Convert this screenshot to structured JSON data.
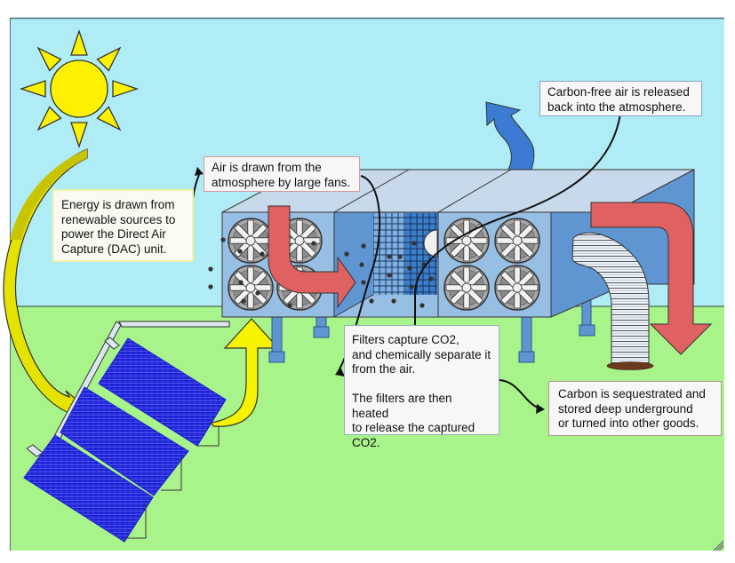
{
  "diagram": {
    "title": "Direct Air Capture (DAC) process",
    "colors": {
      "sky": "#b0ecf6",
      "ground": "#a8f38a",
      "unit_front": "#97bfe3",
      "unit_top": "#c7d9ea",
      "unit_side": "#5f95d0",
      "filter_grid": "#2f6db5",
      "red_arrow": "#e06161",
      "blue_arrow": "#3b7bd4",
      "yellow_arrow": "#f6f200",
      "olive_arrow": "#c8c400",
      "sun": "#fbf100",
      "solar_panel": "#1a1ed0",
      "soil": "#6b3a1e"
    },
    "icons": [
      "sun-icon",
      "solar-panel-icon",
      "fan-icon",
      "filter-grid-icon",
      "duct-hose-icon",
      "flow-arrow-icon"
    ],
    "captions": {
      "energy": "Energy is drawn from\nrenewable sources to\npower the Direct Air\nCapture (DAC) unit.",
      "air_intake": "Air is drawn from the\natmosphere by large fans.",
      "release": "Carbon-free air is released\nback into the atmosphere.",
      "filters": "Filters capture CO2,\nand chemically separate it\nfrom the air.\n\nThe filters are then heated\nto release the captured\nCO2.",
      "sequestration": "Carbon is sequestrated and\nstored deep underground\nor turned into other goods."
    },
    "fan_count": {
      "intake": 4,
      "exhaust": 4
    }
  }
}
